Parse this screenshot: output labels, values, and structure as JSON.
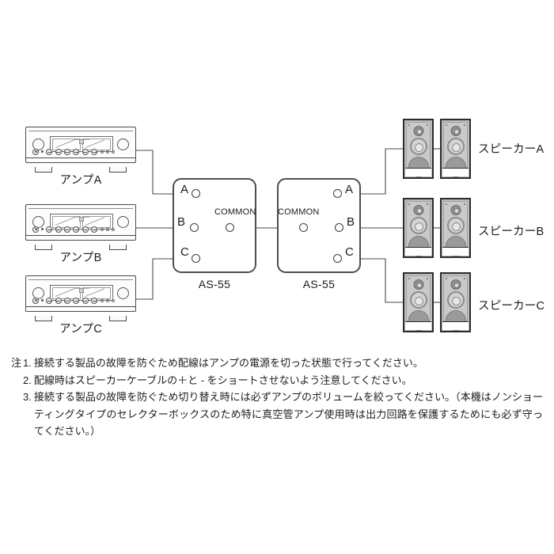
{
  "diagram": {
    "title_alt": "AS-55 speaker selector connection diagram",
    "colors": {
      "line": "#4a4a4a",
      "terminal": "#3c3c3c",
      "speaker_cabinet": "#2c2c2c",
      "background": "#ffffff"
    },
    "amplifiers": [
      {
        "label": "アンプA",
        "name": "amp-a"
      },
      {
        "label": "アンプB",
        "name": "amp-b"
      },
      {
        "label": "アンプC",
        "name": "amp-c"
      }
    ],
    "selectors": [
      {
        "label": "AS-55",
        "name": "selector-left",
        "common_label": "COMMON",
        "terminals": [
          "A",
          "B",
          "C"
        ],
        "selected": "A"
      },
      {
        "label": "AS-55",
        "name": "selector-right",
        "common_label": "COMMON",
        "terminals": [
          "A",
          "B",
          "C"
        ],
        "selected": "A"
      }
    ],
    "speakers": [
      {
        "label": "スピーカーA",
        "name": "speaker-a"
      },
      {
        "label": "スピーカーB",
        "name": "speaker-b"
      },
      {
        "label": "スピーカーC",
        "name": "speaker-c"
      }
    ]
  },
  "notes": {
    "prefix": "注",
    "items": [
      {
        "marker": "1.",
        "text": "接続する製品の故障を防ぐため配線はアンプの電源を切った状態で行ってください。"
      },
      {
        "marker": "2.",
        "text": "配線時はスピーカーケーブルの＋と - をショートさせないよう注意してください。"
      },
      {
        "marker": "3.",
        "text": "接続する製品の故障を防ぐため切り替え時には必ずアンプのボリュームを絞ってください。（本機はノンショーティングタイプのセレクターボックスのため特に真空管アンプ使用時は出力回路を保護するためにも必ず守ってください。）"
      }
    ]
  }
}
